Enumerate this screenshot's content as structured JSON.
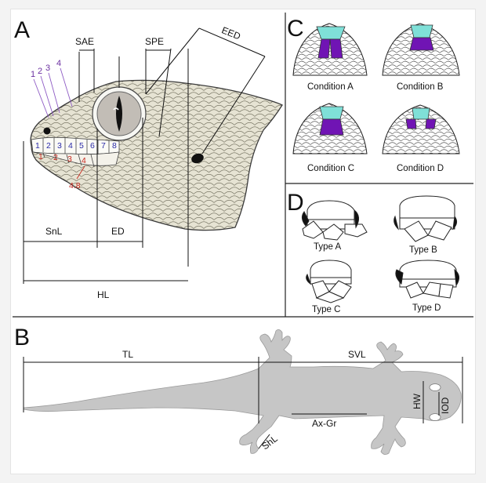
{
  "panels": {
    "a": {
      "label": "A",
      "measurements": {
        "sae": "SAE",
        "spe": "SPE",
        "eed": "EED",
        "snl": "SnL",
        "ed": "ED",
        "hl": "HL"
      },
      "scale_numbers_purple": [
        "1",
        "2",
        "3",
        "4"
      ],
      "scale_numbers_blue": [
        "1",
        "2",
        "3",
        "4",
        "5",
        "6",
        "7",
        "8"
      ],
      "scale_numbers_red": [
        "1",
        "2",
        "3",
        "4"
      ],
      "red_range": "4.8"
    },
    "b": {
      "label": "B",
      "measurements": {
        "tl": "TL",
        "svl": "SVL",
        "hw": "HW",
        "iod": "IOD",
        "axgr": "Ax-Gr",
        "shl": "ShL"
      }
    },
    "c": {
      "label": "C",
      "conditions": [
        "Condition A",
        "Condition B",
        "Condition C",
        "Condition D"
      ]
    },
    "d": {
      "label": "D",
      "types": [
        "Type A",
        "Type B",
        "Type C",
        "Type D"
      ]
    }
  },
  "colors": {
    "purple_scale": "#7014b4",
    "teal_scale": "#7fe0d8",
    "skin": "#e6e3d3",
    "body_silhouette": "#c6c6c6"
  }
}
